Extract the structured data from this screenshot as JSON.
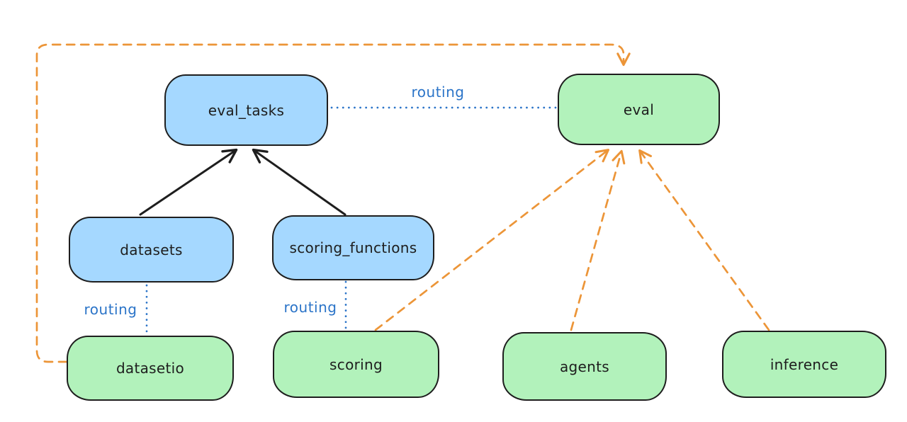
{
  "diagram": {
    "type": "architecture-diagram",
    "background": "#ffffff",
    "nodes": [
      {
        "id": "eval_tasks",
        "label": "eval_tasks",
        "fill": "blue"
      },
      {
        "id": "eval",
        "label": "eval",
        "fill": "green"
      },
      {
        "id": "datasets",
        "label": "datasets",
        "fill": "blue"
      },
      {
        "id": "scoring_functions",
        "label": "scoring_functions",
        "fill": "blue"
      },
      {
        "id": "datasetio",
        "label": "datasetio",
        "fill": "green"
      },
      {
        "id": "scoring",
        "label": "scoring",
        "fill": "green"
      },
      {
        "id": "agents",
        "label": "agents",
        "fill": "green"
      },
      {
        "id": "inference",
        "label": "inference",
        "fill": "green"
      }
    ],
    "edges": [
      {
        "from": "datasets",
        "to": "eval_tasks",
        "style": "solid",
        "color": "black",
        "arrow": true,
        "label": ""
      },
      {
        "from": "scoring_functions",
        "to": "eval_tasks",
        "style": "solid",
        "color": "black",
        "arrow": true,
        "label": ""
      },
      {
        "from": "eval_tasks",
        "to": "eval",
        "style": "dotted",
        "color": "blue",
        "arrow": false,
        "label": "routing"
      },
      {
        "from": "datasets",
        "to": "datasetio",
        "style": "dotted",
        "color": "blue",
        "arrow": false,
        "label": "routing"
      },
      {
        "from": "scoring_functions",
        "to": "scoring",
        "style": "dotted",
        "color": "blue",
        "arrow": false,
        "label": "routing"
      },
      {
        "from": "datasetio",
        "to": "eval",
        "style": "dashed",
        "color": "orange",
        "arrow": true,
        "label": ""
      },
      {
        "from": "scoring",
        "to": "eval",
        "style": "dashed",
        "color": "orange",
        "arrow": true,
        "label": ""
      },
      {
        "from": "agents",
        "to": "eval",
        "style": "dashed",
        "color": "orange",
        "arrow": true,
        "label": ""
      },
      {
        "from": "inference",
        "to": "eval",
        "style": "dashed",
        "color": "orange",
        "arrow": true,
        "label": ""
      }
    ],
    "colors": {
      "blue_fill": "#a5d8ff",
      "green_fill": "#b2f2bb",
      "stroke": "#1e1e1e",
      "orange_line": "#ec9538",
      "blue_line": "#2b74c8"
    }
  }
}
